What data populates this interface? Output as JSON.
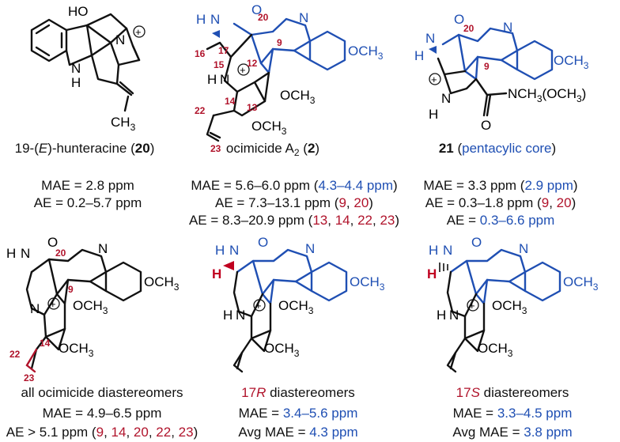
{
  "compounds": {
    "c20": {
      "atoms": {
        "ho": "HO",
        "n": "N",
        "nh": "N",
        "h": "H",
        "ch3": "CH",
        "ch3sub": "3",
        "charge": "+"
      },
      "name_pre": "19-(",
      "name_e": "E",
      "name_post": ")-hunteracine (",
      "name_num": "20",
      "name_close": ")",
      "stats": [
        {
          "label": "MAE = 2.8 ppm"
        },
        {
          "label": "AE = 0.2–5.7 ppm"
        }
      ]
    },
    "c2": {
      "atoms": {
        "h": "H",
        "n1": "N",
        "o": "O",
        "n2": "N",
        "och3a": "OCH",
        "n3": "N",
        "h2": "H",
        "och3b": "OCH",
        "och3c": "OCH",
        "sub3": "3",
        "charge": "+"
      },
      "labels": {
        "l20": "20",
        "l9": "9",
        "l17": "17",
        "l16": "16",
        "l15": "15",
        "l12": "12",
        "l14": "14",
        "l13": "13",
        "l22": "22",
        "l23": "23"
      },
      "name": "ocimicide A",
      "name_sub": "2",
      "name_open": " (",
      "name_num": "2",
      "name_close": ")",
      "stats": {
        "mae_main": "MAE = 5.6–6.0 ppm (",
        "mae_blue": "4.3–4.4 ppm",
        "mae_close": ")",
        "ae1_main": "AE = 7.3–13.1 ppm (",
        "ae1_a": "9",
        "ae1_sep": ", ",
        "ae1_b": "20",
        "ae1_close": ")",
        "ae2_main": "AE = 8.3–20.9 ppm (",
        "ae2_a": "13",
        "ae2_b": "14",
        "ae2_c": "22",
        "ae2_d": "23",
        "ae2_sep": ", ",
        "ae2_close": ")"
      }
    },
    "c21": {
      "atoms": {
        "h": "H",
        "n1": "N",
        "o": "O",
        "n2": "N",
        "och3": "OCH",
        "n3": "N",
        "h2": "H",
        "amide": "NCH",
        "amide_tail": "(OCH",
        "o2": "O",
        "sub3": "3",
        "charge": "+"
      },
      "labels": {
        "l20": "20",
        "l9": "9"
      },
      "name_num": "21",
      "name_open": " (",
      "name_blue": "pentacylic core",
      "name_close": ")",
      "stats": {
        "mae_main": "MAE = 3.3 ppm (",
        "mae_blue": "2.9 ppm",
        "mae_close": ")",
        "ae1_main": "AE = 0.3–1.8 ppm (",
        "ae1_a": "9",
        "ae1_sep": ", ",
        "ae1_b": "20",
        "ae1_close": ")",
        "ae2_main": "AE = ",
        "ae2_blue": "0.3–6.6 ppm"
      }
    },
    "all": {
      "atoms": {
        "h": "H",
        "n1": "N",
        "o": "O",
        "n2": "N",
        "och3a": "OCH",
        "n3": "N",
        "och3b": "OCH",
        "och3c": "OCH",
        "sub3": "3",
        "charge": "+"
      },
      "labels": {
        "l20": "20",
        "l9": "9",
        "l14": "14",
        "l22": "22",
        "l23": "23"
      },
      "name": "all ocimicide diastereomers",
      "stats": {
        "mae": "MAE = 4.9–6.5 ppm",
        "ae_main": "AE > 5.1 ppm (",
        "a": "9",
        "b": "14",
        "c": "20",
        "d": "22",
        "e": "23",
        "sep": ", ",
        "close": ")"
      }
    },
    "r17": {
      "atoms": {
        "h": "H",
        "n1": "N",
        "o": "O",
        "n2": "N",
        "och3a": "OCH",
        "n3": "N",
        "h2": "H",
        "och3b": "OCH",
        "och3c": "OCH",
        "sub3": "3",
        "charge": "+"
      },
      "name_num": "17",
      "name_it": "R",
      "name_rest": " diastereomers",
      "stats": {
        "mae_pre": "MAE = ",
        "mae_blue": "3.4–5.6 ppm",
        "avg_pre": "Avg MAE = ",
        "avg_blue": "4.3 ppm"
      }
    },
    "s17": {
      "atoms": {
        "h": "H",
        "n1": "N",
        "o": "O",
        "n2": "N",
        "och3a": "OCH",
        "n3": "N",
        "h2": "H",
        "och3b": "OCH",
        "och3c": "OCH",
        "sub3": "3",
        "charge": "+"
      },
      "name_num": "17",
      "name_it": "S",
      "name_rest": " diastereomers",
      "stats": {
        "mae_pre": "MAE = ",
        "mae_blue": "3.3–4.5 ppm",
        "avg_pre": "Avg MAE = ",
        "avg_blue": "3.8 ppm"
      }
    }
  },
  "colors": {
    "blue": "#1f4fb3",
    "red": "#b0132b",
    "black": "#111111"
  }
}
